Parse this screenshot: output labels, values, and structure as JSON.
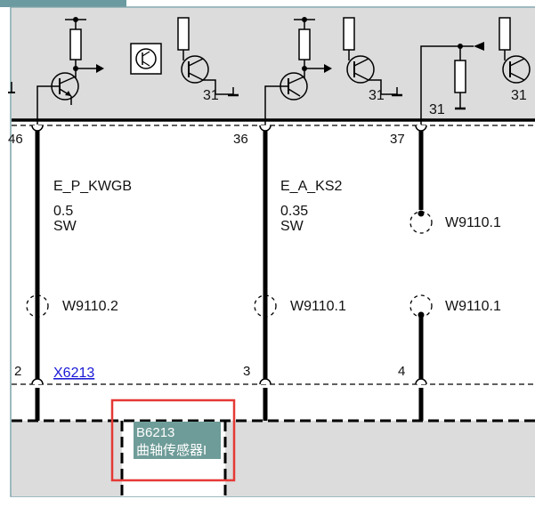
{
  "colors": {
    "top_band": "#6b9aa0",
    "panel_bg": "#dcdcdc",
    "frame": "#7fa3a8",
    "highlight": "#e53935",
    "component_label_bg": "#6e9c98",
    "link": "#1a1ad6"
  },
  "header": {
    "ground_labels": [
      "31",
      "31",
      "31",
      "31"
    ]
  },
  "pins": {
    "top": [
      "46",
      "36",
      "37"
    ],
    "bottom": [
      "2",
      "3",
      "4"
    ]
  },
  "wires": [
    {
      "name": "E_P_KWGB",
      "size": "0.5",
      "color": "SW",
      "splice": "W9110.2"
    },
    {
      "name": "E_A_KS2",
      "size": "0.35",
      "color": "SW",
      "splice": "W9110.1"
    },
    {
      "splice_upper": "W9110.1",
      "splice_lower": "W9110.1"
    }
  ],
  "connector": {
    "label": "X6213"
  },
  "component": {
    "id": "B6213",
    "name": "曲轴传感器I"
  },
  "icons": [
    "transistor-icon",
    "resistor-icon",
    "ground-icon",
    "splice-icon",
    "connector-pin-icon",
    "arrow-right-icon",
    "arrow-left-icon"
  ]
}
